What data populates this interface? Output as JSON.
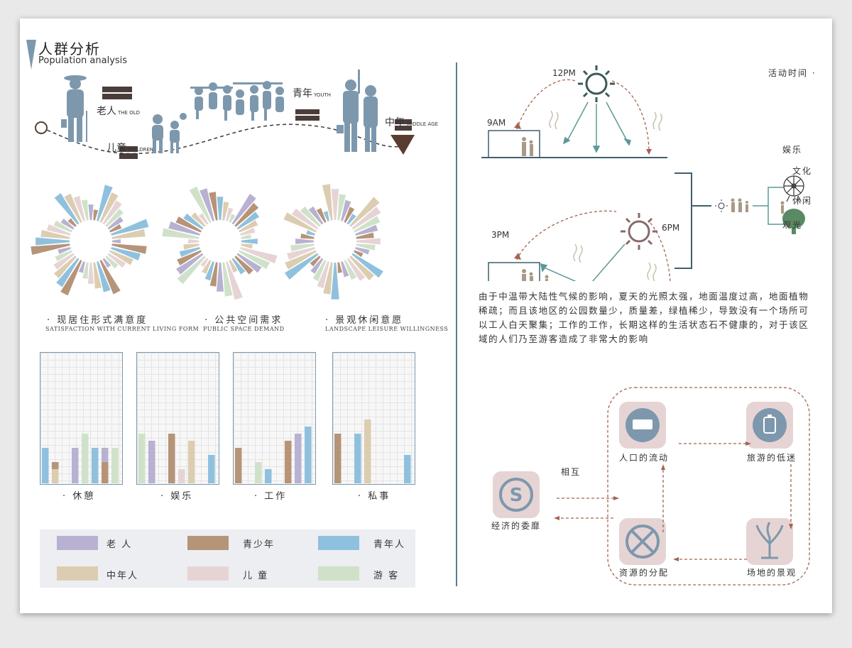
{
  "header": {
    "title_cn": "人群分析",
    "title_en": "Population analysis"
  },
  "groups": {
    "old": {
      "cn": "老人",
      "en": "THE OLD"
    },
    "child": {
      "cn": "儿童",
      "en": "CHILDREN"
    },
    "youth": {
      "cn": "青年",
      "en": "YOUTH"
    },
    "middle": {
      "cn": "中年",
      "en": "MIDDLE AGE"
    }
  },
  "radials": [
    {
      "cn": "· 现居住形式满意度",
      "en": "SATISFACTION WITH CURRENT LIVING FORM"
    },
    {
      "cn": "· 公共空间需求",
      "en": "PUBLIC SPACE DEMAND"
    },
    {
      "cn": "· 景观休闲意愿",
      "en": "LANDSCAPE LEISURE WILLINGNESS"
    }
  ],
  "bar_charts": [
    {
      "label": "· 休憩"
    },
    {
      "label": "· 娱乐"
    },
    {
      "label": "· 工作"
    },
    {
      "label": "· 私事"
    }
  ],
  "legend": [
    {
      "label": "老 人",
      "color": "#b8b1d1"
    },
    {
      "label": "青少年",
      "color": "#b69478"
    },
    {
      "label": "青年人",
      "color": "#8fc1de"
    },
    {
      "label": "中年人",
      "color": "#dccdb2"
    },
    {
      "label": "儿 童",
      "color": "#e6d4d4"
    },
    {
      "label": "游 客",
      "color": "#cfe2c9"
    }
  ],
  "activity": {
    "title": "活动时间 ·",
    "times": {
      "t12": "12PM",
      "t9": "9AM",
      "t3": "3PM",
      "t6": "6PM"
    },
    "right_labels": {
      "ent": "娱乐",
      "culture": "文化",
      "leisure": "休闲",
      "sight": "观光"
    }
  },
  "paragraph": "由于中温带大陆性气候的影响，夏天的光照太强，地面温度过高，地面植物稀疏；而且该地区的公园数量少，质量差，绿植稀少，导致没有一个场所可以工人白天聚集；工作的工作，长期这样的生活状态石不健康的，对于该区域的人们乃至游客造成了非常大的影响",
  "flow": {
    "economy": "经济的委靡",
    "mutual": "相互",
    "flow": "人口的流动",
    "tourism": "旅游的低迷",
    "resource": "资源的分配",
    "landscape": "场地的景观"
  },
  "chart_data": [
    {
      "type": "bar",
      "title": "休憩",
      "series": [
        {
          "values": [
            4,
            0,
            0,
            5,
            0,
            0,
            5,
            2
          ]
        },
        {
          "values": [
            0,
            3,
            0,
            0,
            0,
            3,
            3,
            0
          ]
        },
        {
          "values": [
            5,
            0,
            0,
            0,
            0,
            5,
            0,
            0
          ]
        },
        {
          "values": [
            0,
            2,
            0,
            0,
            0,
            0,
            0,
            0
          ]
        },
        {
          "values": [
            0,
            0,
            0,
            0,
            0,
            0,
            0,
            4
          ]
        },
        {
          "values": [
            0,
            0,
            0,
            0,
            7,
            0,
            0,
            5
          ]
        }
      ]
    },
    {
      "type": "bar",
      "title": "娱乐",
      "series": [
        {
          "values": [
            0,
            6,
            0,
            0,
            0,
            0,
            0,
            0
          ]
        },
        {
          "values": [
            0,
            0,
            0,
            7,
            0,
            0,
            0,
            0
          ]
        },
        {
          "values": [
            0,
            0,
            0,
            0,
            0,
            0,
            0,
            4
          ]
        },
        {
          "values": [
            0,
            0,
            0,
            0,
            0,
            6,
            0,
            0
          ]
        },
        {
          "values": [
            0,
            0,
            0,
            0,
            2,
            0,
            0,
            0
          ]
        },
        {
          "values": [
            7,
            0,
            0,
            0,
            0,
            0,
            0,
            0
          ]
        }
      ]
    },
    {
      "type": "bar",
      "title": "工作",
      "series": [
        {
          "values": [
            0,
            0,
            0,
            0,
            0,
            6,
            7,
            0
          ]
        },
        {
          "values": [
            5,
            0,
            0,
            0,
            0,
            6,
            0,
            0
          ]
        },
        {
          "values": [
            0,
            0,
            0,
            2,
            0,
            0,
            0,
            8
          ]
        },
        {
          "values": [
            0,
            0,
            0,
            0,
            0,
            0,
            0,
            0
          ]
        },
        {
          "values": [
            0,
            0,
            0,
            0,
            0,
            0,
            0,
            0
          ]
        },
        {
          "values": [
            0,
            0,
            3,
            0,
            0,
            0,
            0,
            0
          ]
        }
      ]
    },
    {
      "type": "bar",
      "title": "私事",
      "series": [
        {
          "values": [
            0,
            0,
            0,
            0,
            0,
            0,
            0,
            0
          ]
        },
        {
          "values": [
            7,
            0,
            0,
            0,
            0,
            0,
            0,
            0
          ]
        },
        {
          "values": [
            0,
            0,
            7,
            0,
            0,
            0,
            0,
            4
          ]
        },
        {
          "values": [
            0,
            0,
            0,
            9,
            0,
            0,
            0,
            0
          ]
        },
        {
          "values": [
            0,
            0,
            0,
            0,
            0,
            0,
            0,
            0
          ]
        },
        {
          "values": [
            0,
            0,
            0,
            0,
            0,
            0,
            0,
            0
          ]
        }
      ]
    }
  ]
}
